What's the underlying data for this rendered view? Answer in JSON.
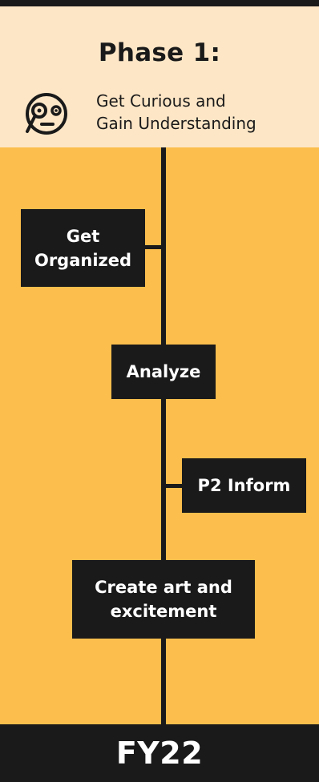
{
  "header": {
    "title": "Phase 1:",
    "subtitle_line1": "Get Curious and",
    "subtitle_line2": "Gain Understanding",
    "icon": "curious-face-icon"
  },
  "nodes": [
    {
      "line1": "Get",
      "line2": "Organized"
    },
    {
      "label": "Analyze"
    },
    {
      "label": "P2 Inform"
    },
    {
      "line1": "Create art and",
      "line2": "excitement"
    }
  ],
  "footer": {
    "label": "FY22"
  },
  "colors": {
    "background": "#fcbe4c",
    "header_background": "#fde6c6",
    "dark": "#1a1a1a",
    "text_light": "#ffffff"
  }
}
